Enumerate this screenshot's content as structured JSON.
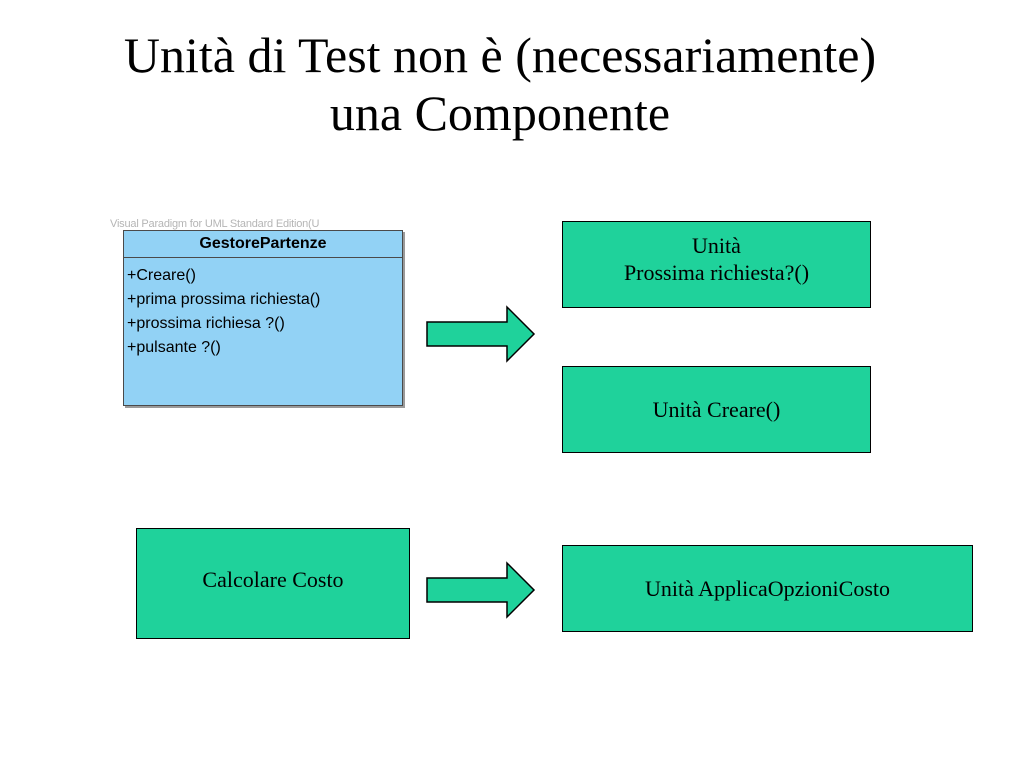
{
  "title": {
    "line1": "Unità di Test non è (necessariamente)",
    "line2": "una Componente"
  },
  "uml": {
    "watermark": "Visual Paradigm for UML Standard Edition(U",
    "class_name": "GestorePartenze",
    "operations": [
      "+Creare()",
      "+prima prossima richiesta()",
      "+prossima richiesa ?()",
      "+pulsante ?()"
    ],
    "fill_color": "#92d2f5"
  },
  "boxes": {
    "prossima": {
      "line1": "Unità",
      "line2": "Prossima richiesta?()"
    },
    "creare": {
      "label": "Unità Creare()"
    },
    "calcolare": {
      "label": "Calcolare Costo"
    },
    "applica": {
      "label": "Unità ApplicaOpzioniCosto"
    },
    "fill_color": "#1fd29b"
  },
  "arrows": {
    "fill_color": "#1fd29b"
  }
}
